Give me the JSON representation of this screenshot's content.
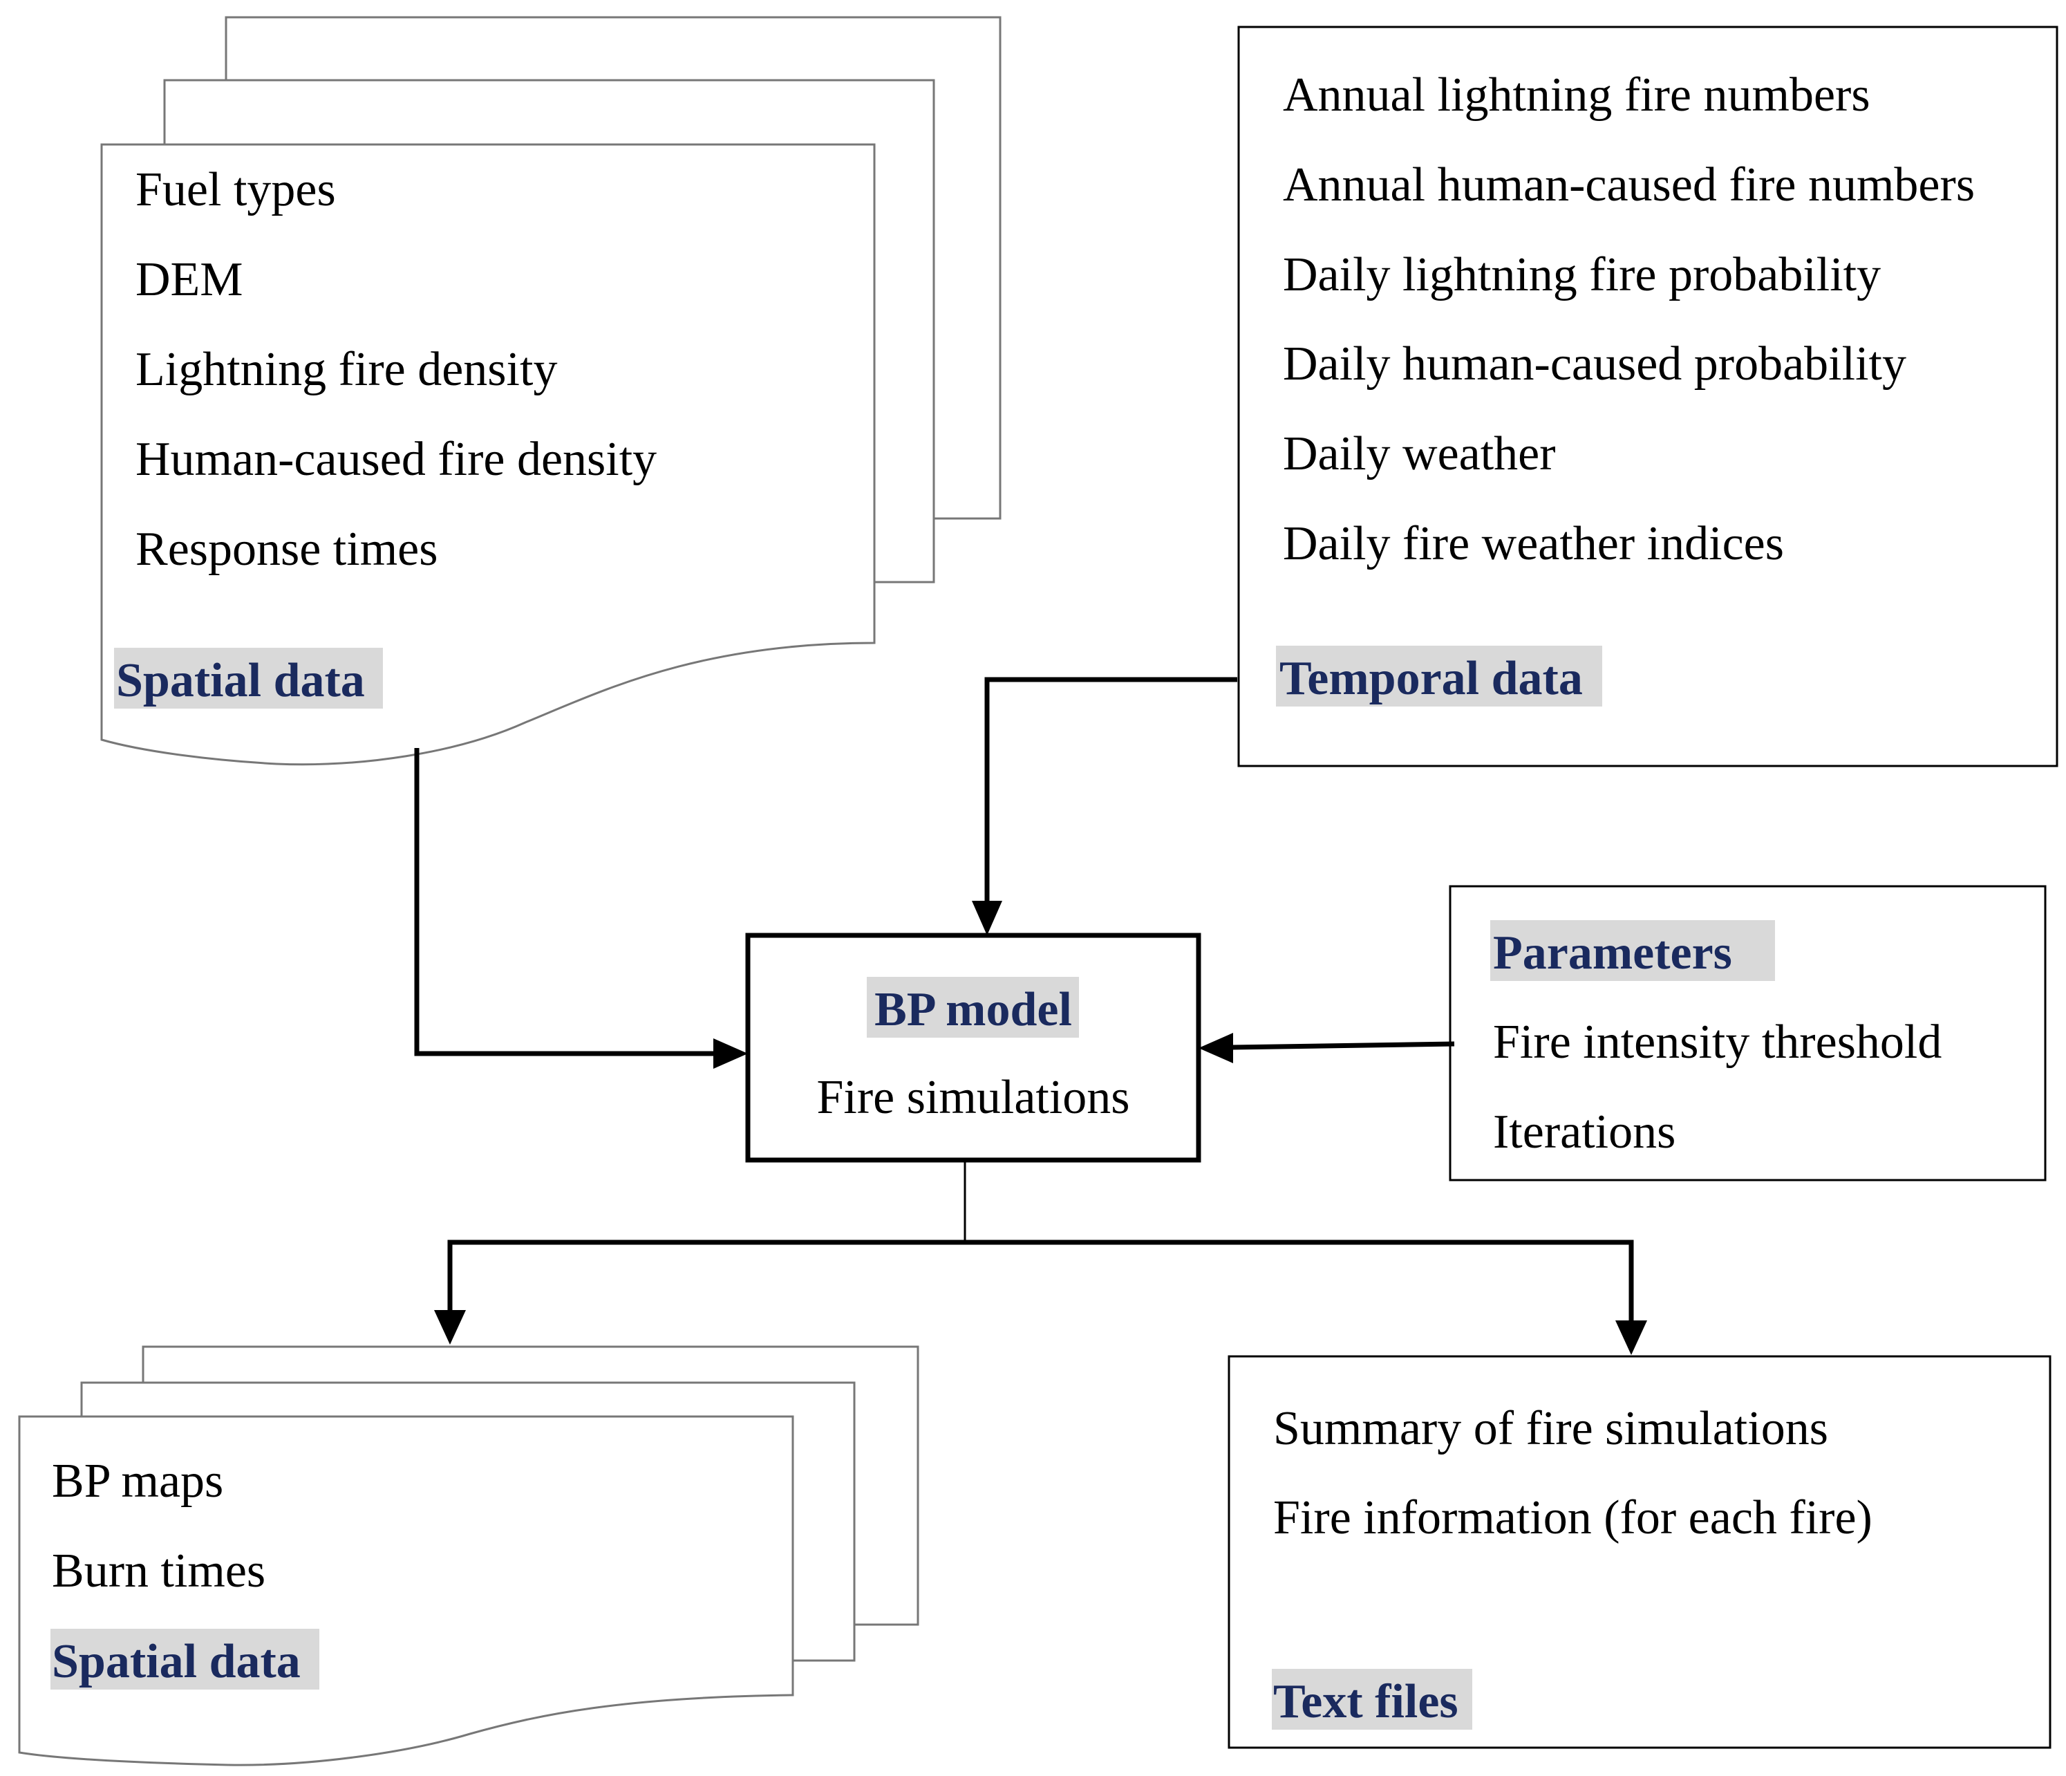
{
  "spatial_input": {
    "items": [
      "Fuel types",
      "DEM",
      "Lightning fire density",
      "Human-caused fire density",
      "Response times"
    ],
    "label": "Spatial data"
  },
  "temporal_input": {
    "items": [
      "Annual lightning fire numbers",
      "Annual human-caused fire numbers",
      "Daily lightning fire probability",
      "Daily human-caused probability",
      "Daily weather",
      "Daily fire weather indices"
    ],
    "label": "Temporal data"
  },
  "model": {
    "title": "BP model",
    "subtitle": "Fire simulations"
  },
  "parameters": {
    "title": "Parameters",
    "items": [
      "Fire intensity threshold",
      "Iterations"
    ]
  },
  "spatial_output": {
    "items": [
      "BP maps",
      "Burn times"
    ],
    "label": "Spatial data"
  },
  "text_output": {
    "items": [
      "Summary of fire simulations",
      "Fire information (for each fire)"
    ],
    "label": "Text files"
  },
  "colors": {
    "header_text": "#1a2a5e",
    "header_highlight": "#d9d9d9",
    "line": "#000000",
    "doc_border": "#777777"
  }
}
